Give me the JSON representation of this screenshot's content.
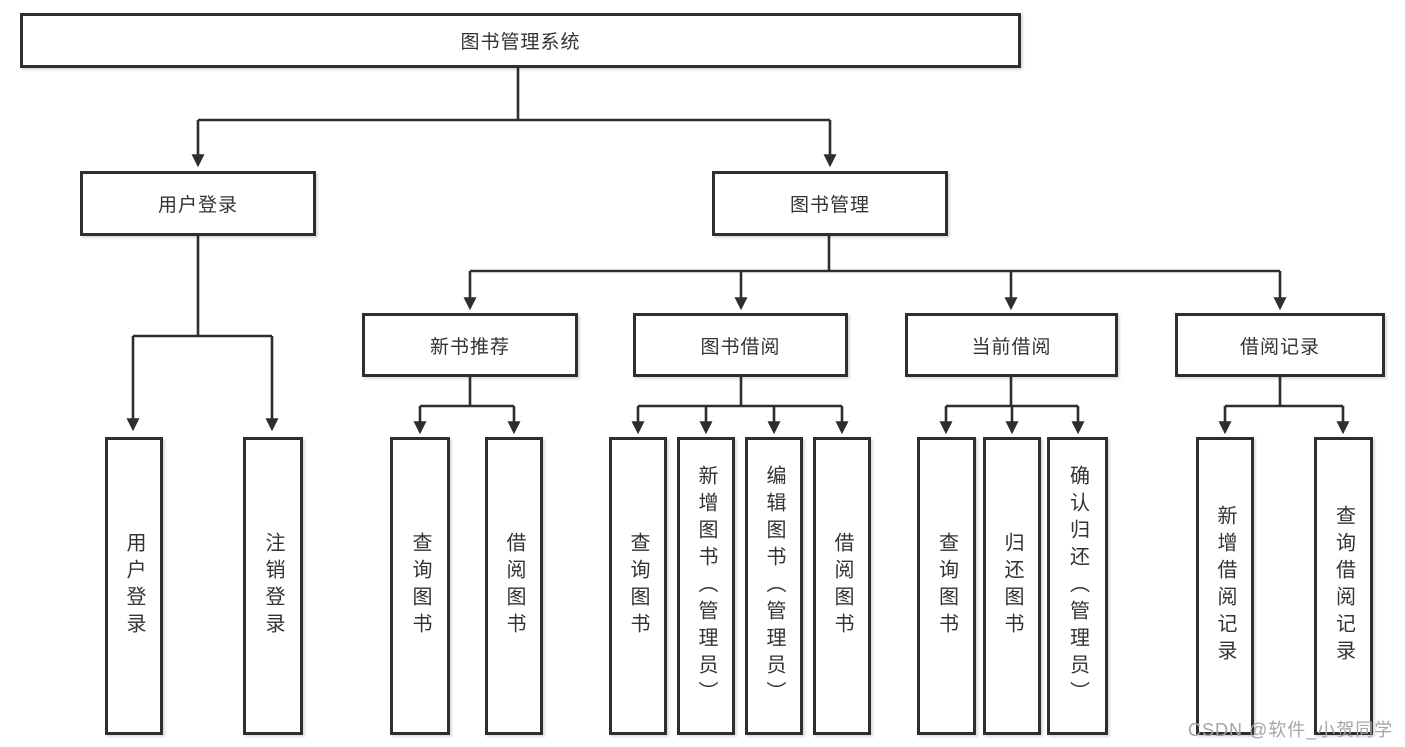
{
  "diagram": {
    "root": {
      "label": "图书管理系统"
    },
    "branches": {
      "user_login": {
        "label": "用户登录",
        "children": [
          "用户登录",
          "注销登录"
        ]
      },
      "book_management": {
        "label": "图书管理",
        "children": [
          {
            "label": "新书推荐",
            "children": [
              "查询图书",
              "借阅图书"
            ]
          },
          {
            "label": "图书借阅",
            "children": [
              "查询图书",
              "新增图书（管理员）",
              "编辑图书（管理员）",
              "借阅图书"
            ]
          },
          {
            "label": "当前借阅",
            "children": [
              "查询图书",
              "归还图书",
              "确认归还（管理员）"
            ]
          },
          {
            "label": "借阅记录",
            "children": [
              "新增借阅记录",
              "查询借阅记录"
            ]
          }
        ]
      }
    }
  },
  "watermark": "CSDN @软件_小贺同学",
  "colors": {
    "line": "#2e2e2e",
    "text": "#333333",
    "box_background": "#ffffff",
    "page_background": "#ffffff",
    "watermark": "#a6a6a6"
  }
}
